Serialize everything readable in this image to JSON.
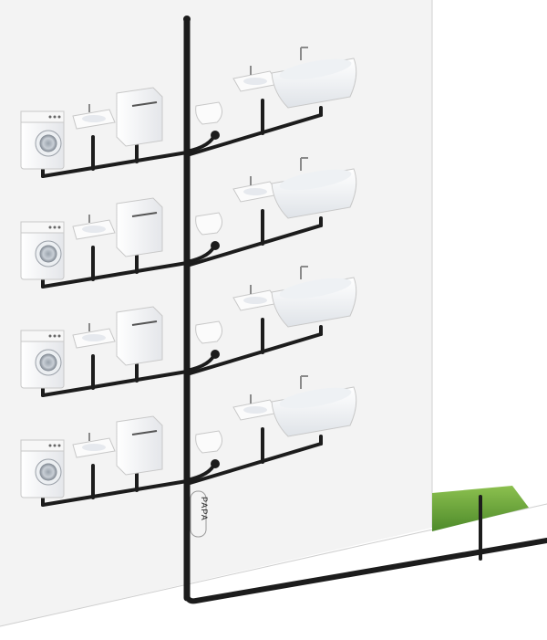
{
  "silencer": {
    "label": "РАРА"
  },
  "colors": {
    "background": "#ffffff",
    "wall": "#f3f3f3",
    "wall_edge": "#d2d2d2",
    "pipe": "#1c1c1c",
    "fixture": "#fafafa",
    "fixture_outline": "#c8c8c8",
    "grass": "#6ea53a"
  },
  "floors": [
    {
      "fixtures": [
        "washing-machine",
        "washbasin",
        "dishwasher",
        "toilet",
        "sink",
        "bathtub"
      ]
    },
    {
      "fixtures": [
        "washing-machine",
        "washbasin",
        "dishwasher",
        "toilet",
        "sink",
        "bathtub"
      ]
    },
    {
      "fixtures": [
        "washing-machine",
        "washbasin",
        "dishwasher",
        "toilet",
        "sink",
        "bathtub"
      ]
    },
    {
      "fixtures": [
        "washing-machine",
        "washbasin",
        "dishwasher",
        "toilet",
        "sink",
        "bathtub"
      ]
    }
  ]
}
